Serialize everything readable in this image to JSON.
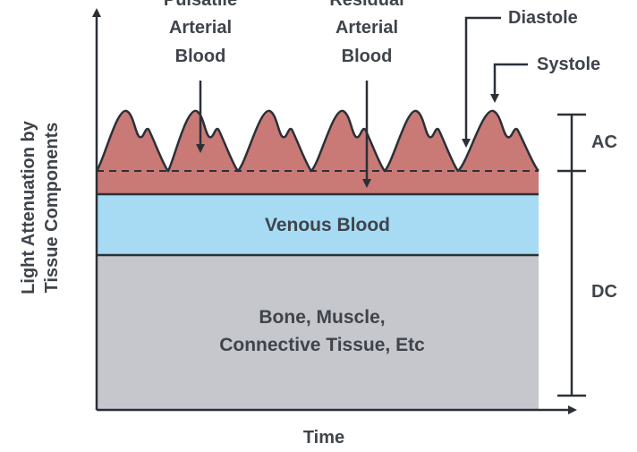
{
  "diagram": {
    "y_axis_label_line1": "Light Attenuation by",
    "y_axis_label_line2": "Tissue Components",
    "x_axis_label": "Time",
    "callouts": {
      "pulsatile_line1": "Pulsatile",
      "pulsatile_line2": "Arterial",
      "pulsatile_line3": "Blood",
      "residual_line1": "Residual",
      "residual_line2": "Arterial",
      "residual_line3": "Blood",
      "diastole": "Diastole",
      "systole": "Systole"
    },
    "layers": {
      "venous": "Venous Blood",
      "bone_line1": "Bone, Muscle,",
      "bone_line2": "Connective Tissue, Etc"
    },
    "brackets": {
      "ac": "AC",
      "dc": "DC"
    },
    "colors": {
      "arterial": "#c97a76",
      "venous": "#a7dbf4",
      "tissue": "#c6c6cd",
      "line": "#2b3037",
      "text": "#3f444b"
    }
  }
}
